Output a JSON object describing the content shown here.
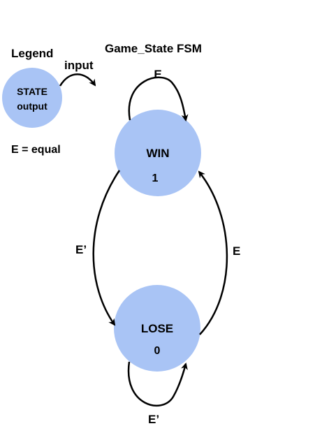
{
  "title": "Game_State FSM",
  "legend": {
    "heading": "Legend",
    "state_label": "STATE",
    "output_label": "output",
    "input_label": "input",
    "key_text": "E = equal"
  },
  "states": {
    "win": {
      "name": "WIN",
      "output": "1"
    },
    "lose": {
      "name": "LOSE",
      "output": "0"
    }
  },
  "transitions": {
    "win_self": "E",
    "win_to_lose": "E’",
    "lose_to_win": "E",
    "lose_self": "E’"
  },
  "colors": {
    "state_fill": "#a9c4f5",
    "arrow": "#000000"
  }
}
